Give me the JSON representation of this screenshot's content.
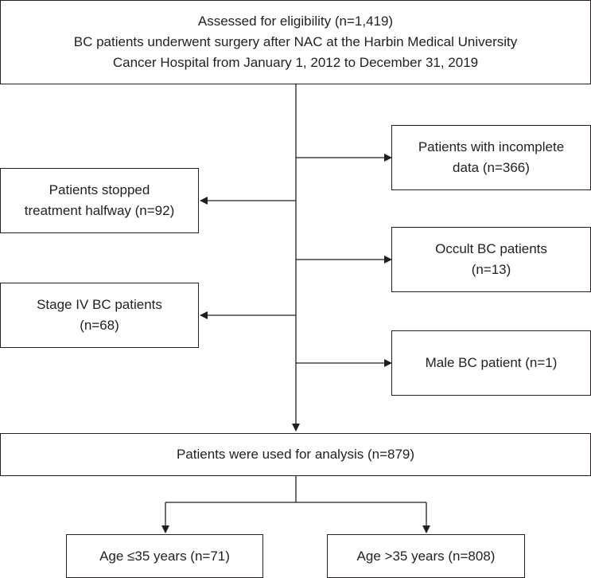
{
  "nodes": {
    "eligibility": {
      "lines": [
        "Assessed for eligibility (n=1,419)",
        "BC patients underwent surgery after NAC at the Harbin Medical University",
        "Cancer Hospital from January 1, 2012 to December 31, 2019"
      ]
    },
    "incomplete": {
      "lines": [
        "Patients with incomplete",
        "data (n=366)"
      ]
    },
    "stopped": {
      "lines": [
        "Patients stopped",
        "treatment halfway (n=92)"
      ]
    },
    "occult": {
      "lines": [
        "Occult BC patients",
        "(n=13)"
      ]
    },
    "stage4": {
      "lines": [
        "Stage IV BC patients",
        "(n=68)"
      ]
    },
    "male": {
      "lines": [
        "Male BC patient (n=1)"
      ]
    },
    "analysis": {
      "lines": [
        "Patients were used for analysis (n=879)"
      ]
    },
    "age_young": {
      "lines": [
        "Age ≤35 years (n=71)"
      ]
    },
    "age_old": {
      "lines": [
        "Age >35 years (n=808)"
      ]
    }
  }
}
